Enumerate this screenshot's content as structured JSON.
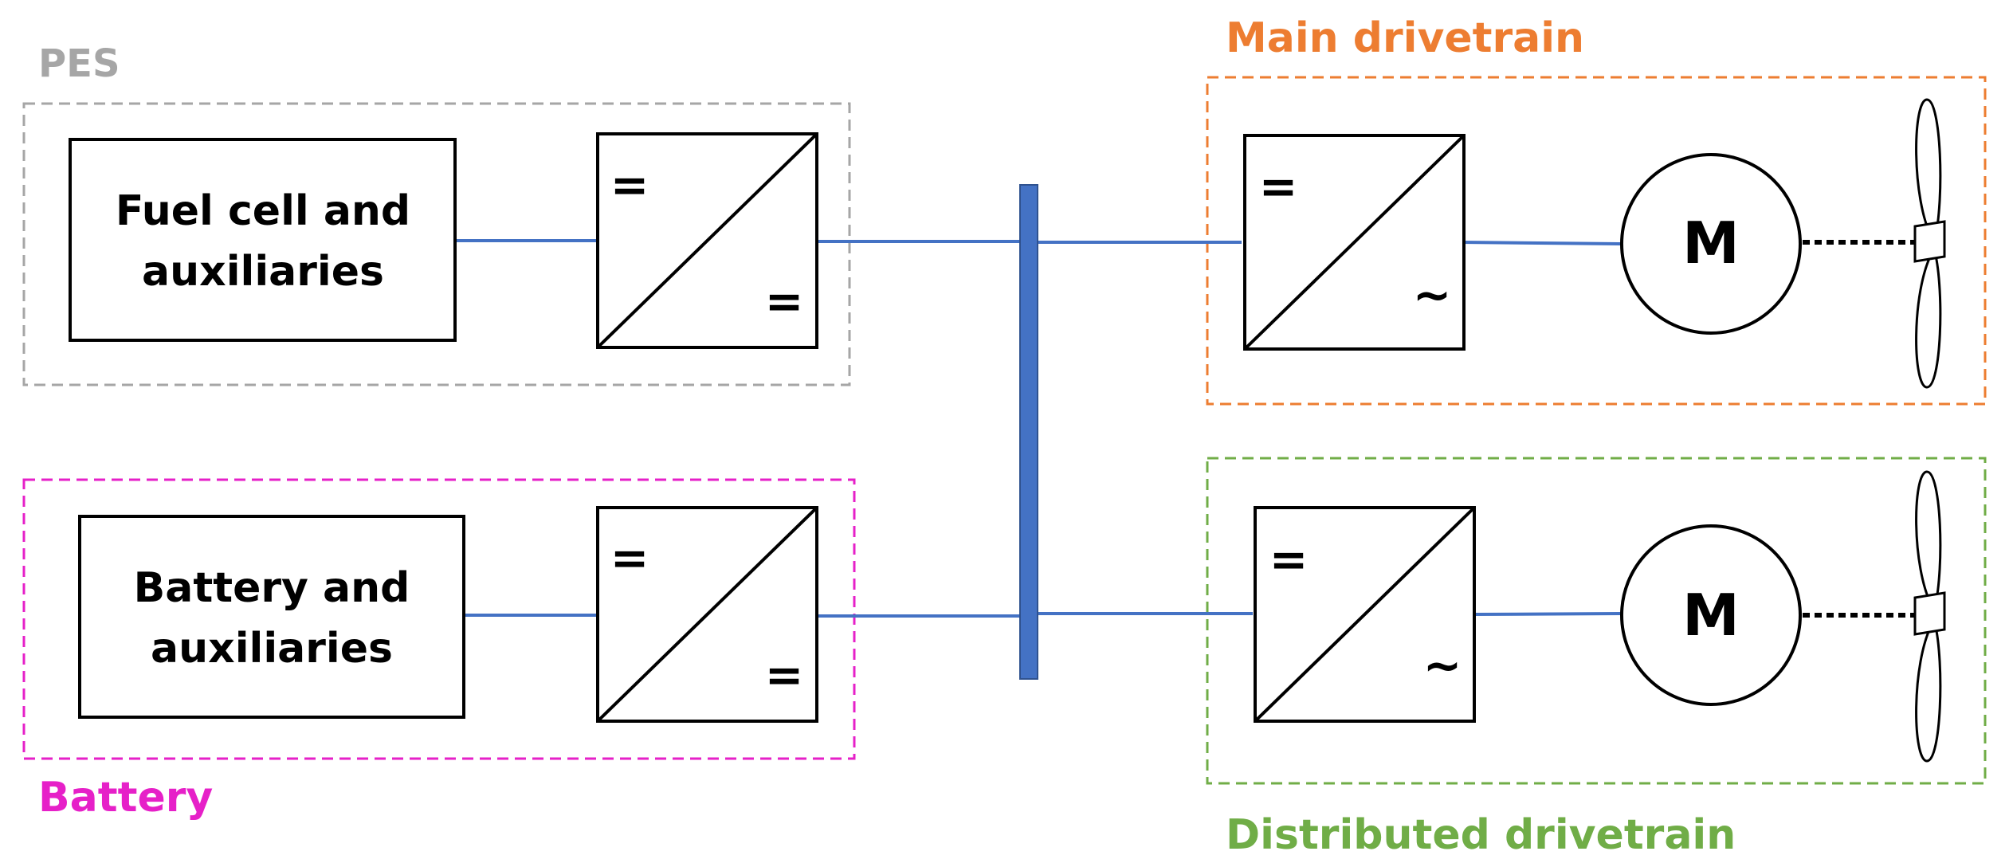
{
  "groups": {
    "pes": {
      "label": "PES",
      "color": "#a6a6a6"
    },
    "battery": {
      "label": "Battery",
      "color": "#e620c8"
    },
    "main": {
      "label": "Main drivetrain",
      "color": "#ed7d31"
    },
    "distributed": {
      "label": "Distributed drivetrain",
      "color": "#70ad47"
    }
  },
  "blocks": {
    "fuel_cell": {
      "line1": "Fuel cell and",
      "line2": "auxiliaries"
    },
    "battery": {
      "line1": "Battery and",
      "line2": "auxiliaries"
    }
  },
  "converters": {
    "pes_dcdc": {
      "in_symbol": "=",
      "out_symbol": "="
    },
    "battery_dcdc": {
      "in_symbol": "=",
      "out_symbol": "="
    },
    "main_inverter": {
      "in_symbol": "=",
      "out_symbol": "~"
    },
    "distributed_inverter": {
      "in_symbol": "=",
      "out_symbol": "~"
    }
  },
  "motors": {
    "main": {
      "label": "M"
    },
    "distributed": {
      "label": "M"
    }
  },
  "colors": {
    "wire": "#4472c4",
    "bus": "#4472c4",
    "outline": "#000000"
  }
}
